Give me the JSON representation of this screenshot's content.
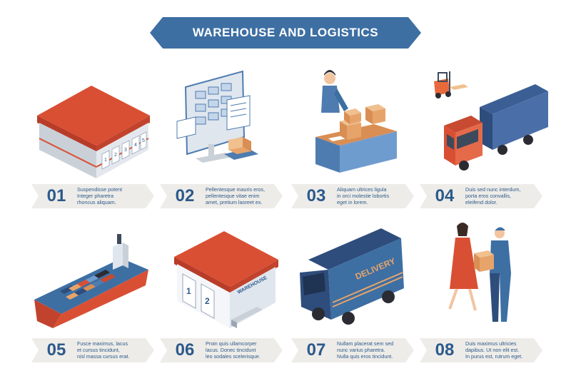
{
  "header": {
    "title": "WAREHOUSE AND LOGISTICS"
  },
  "colors": {
    "accent": "#3d6fa3",
    "card_bg": "#eeece8",
    "number": "#2c5a8c",
    "roof": "#d94f34"
  },
  "items": [
    {
      "number": "01",
      "icon": "warehouse-building-icon",
      "lines": [
        "Suspendisse potent",
        "Integer pharetra",
        "rhoncus aliquam."
      ]
    },
    {
      "number": "02",
      "icon": "inventory-monitor-icon",
      "lines": [
        "Pellentesque mauris eros,",
        "pellentesque vitae enim",
        "amet, pretium laoreet ex."
      ]
    },
    {
      "number": "03",
      "icon": "packing-worker-icon",
      "lines": [
        "Aliquam ultrices ligula",
        "in orci molestie lobortis",
        "eget in lorem."
      ]
    },
    {
      "number": "04",
      "icon": "truck-forklift-icon",
      "lines": [
        "Duis sed nunc interdum,",
        "porta eros convallis,",
        "eleifend dolor."
      ]
    },
    {
      "number": "05",
      "icon": "cargo-ship-icon",
      "lines": [
        "Fusce maximus, lacus",
        "et cursus tincidunt,",
        "nisl massa cursus erat."
      ]
    },
    {
      "number": "06",
      "icon": "warehouse-loading-icon",
      "lines": [
        "Proin quis ullamcorper",
        "lacus. Donec tincidunt",
        "leo sodales scelerisque."
      ],
      "sign": "WAREHOUSE"
    },
    {
      "number": "07",
      "icon": "delivery-van-icon",
      "lines": [
        "Nullam placerat sem sed",
        "nunc varius pharetra.",
        "Nulla quis eros tincidunt."
      ],
      "sign": "DELIVERY"
    },
    {
      "number": "08",
      "icon": "parcel-handover-icon",
      "lines": [
        "Duis maximus ultricies",
        "dapibus. Ut non elit est.",
        "In purus est, rutrum eget."
      ]
    }
  ]
}
